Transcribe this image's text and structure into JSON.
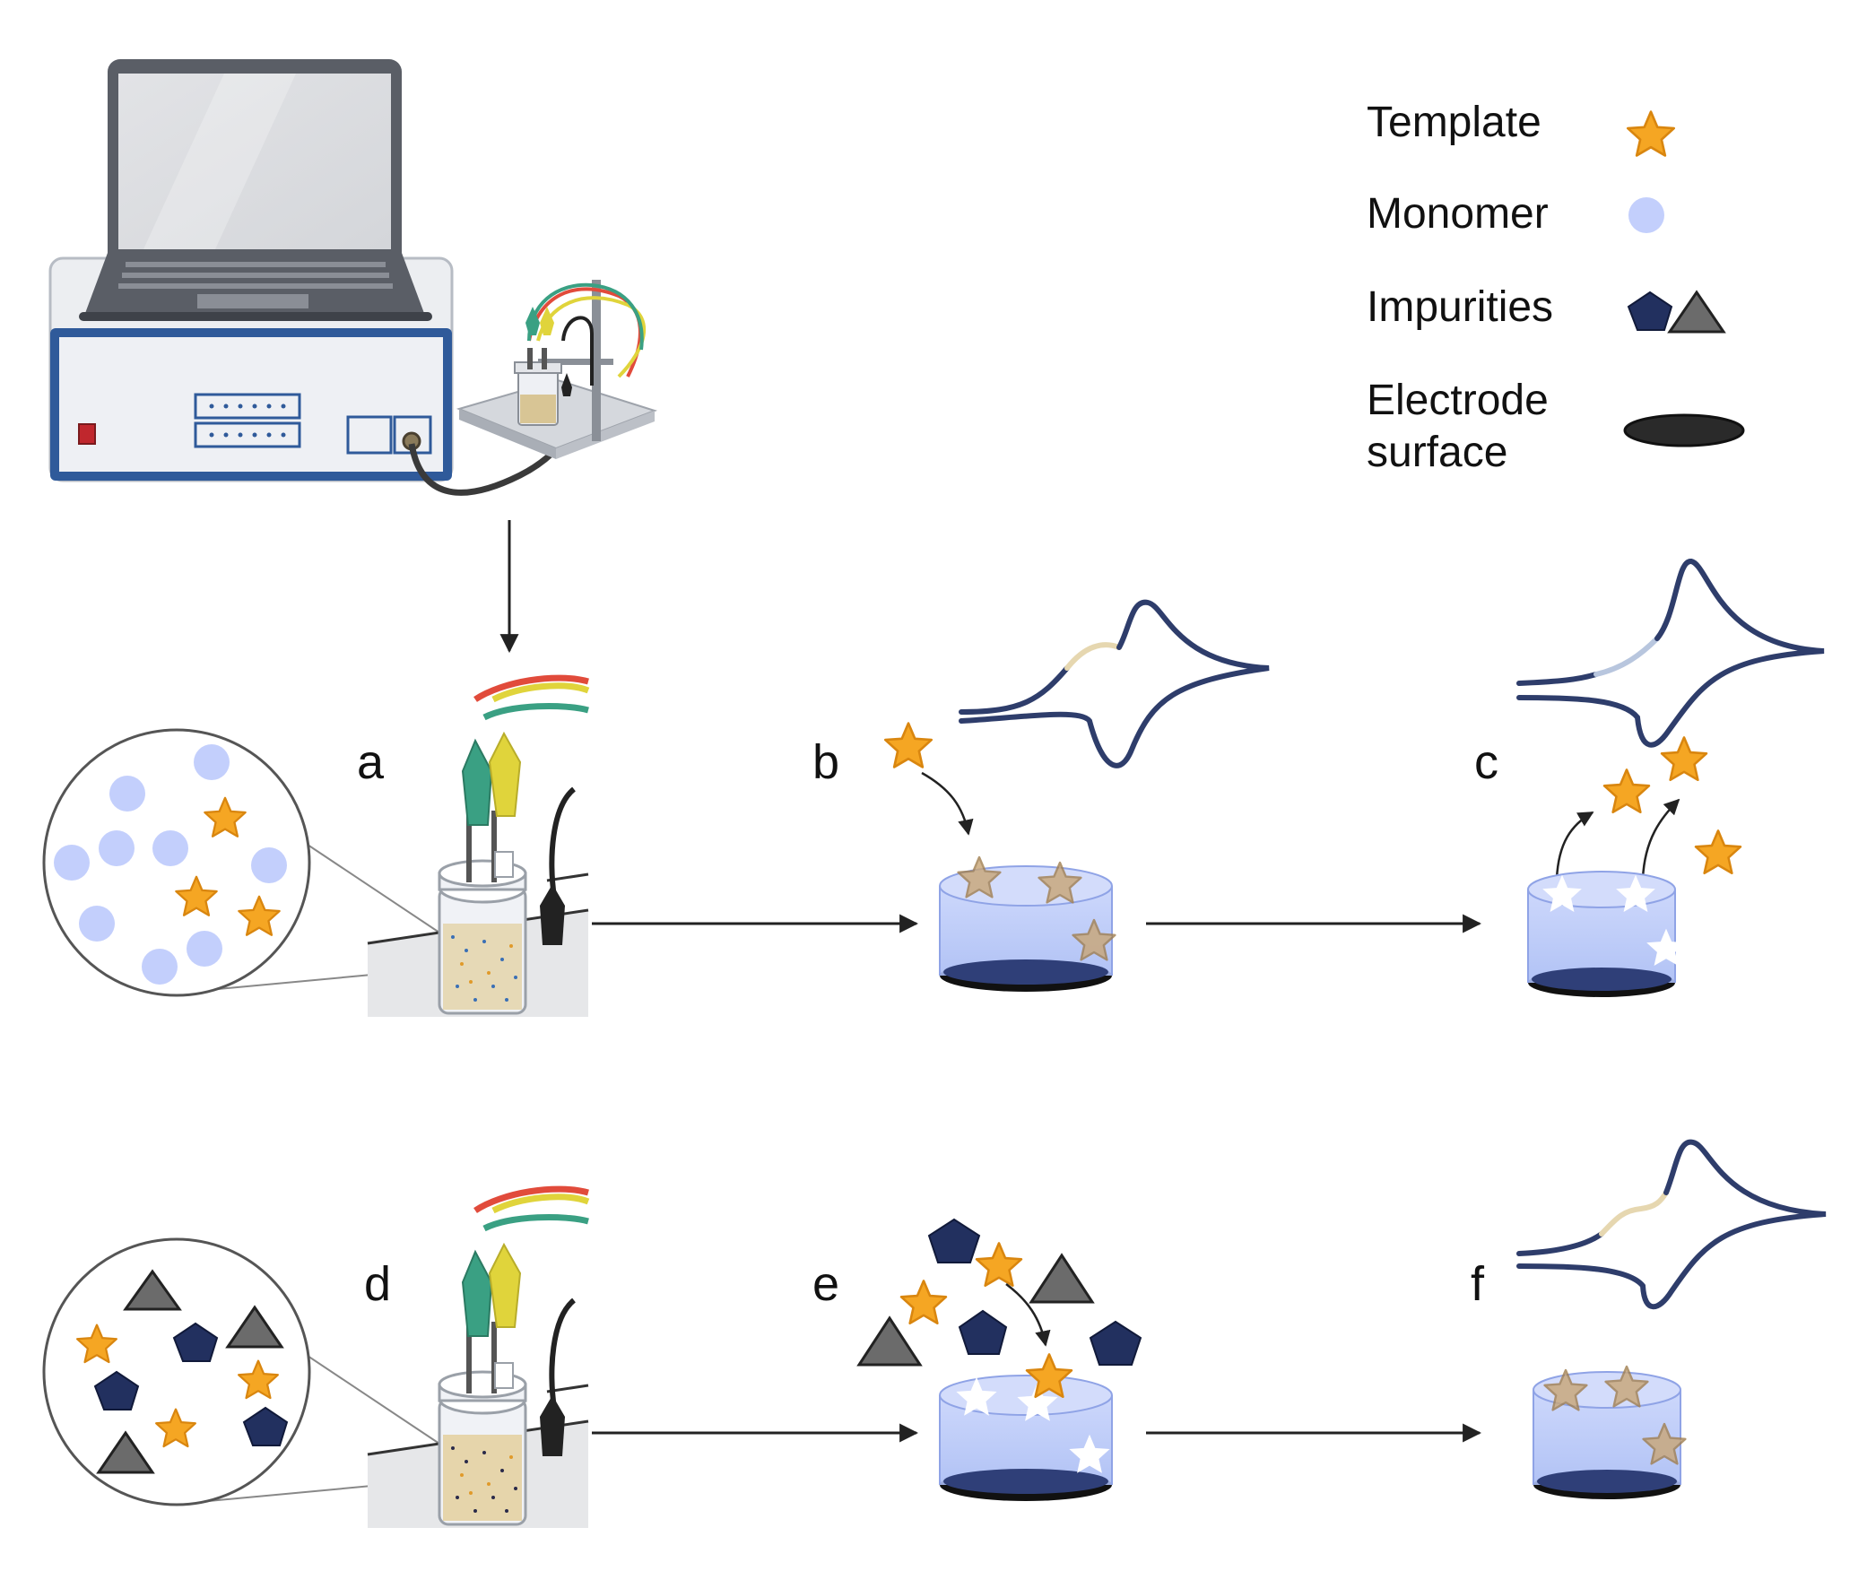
{
  "legend": {
    "template": "Template",
    "monomer": "Monomer",
    "impurities": "Impurities",
    "electrode_line1": "Electrode",
    "electrode_line2": "surface"
  },
  "panels": {
    "a": "a",
    "b": "b",
    "c": "c",
    "d": "d",
    "e": "e",
    "f": "f"
  },
  "colors": {
    "star_fill": "#f5a623",
    "star_stroke": "#d9860f",
    "monomer": "#c3cffc",
    "pentagon": "#22305f",
    "triangle": "#6b6b6b",
    "electrode": "#1a1a1a",
    "cv_curve": "#2e3d6b",
    "cv_highlight_tan": "#e6d7b0",
    "cv_highlight_blue": "#b8c6de",
    "polymer_film": "#aabcf2",
    "electrode_base": "#2f3f78"
  },
  "icons": [
    "laptop-icon",
    "potentiostat-icon",
    "electrochemical-cell-icon",
    "star-icon",
    "circle-icon",
    "pentagon-icon",
    "triangle-icon",
    "arrow-icon"
  ]
}
